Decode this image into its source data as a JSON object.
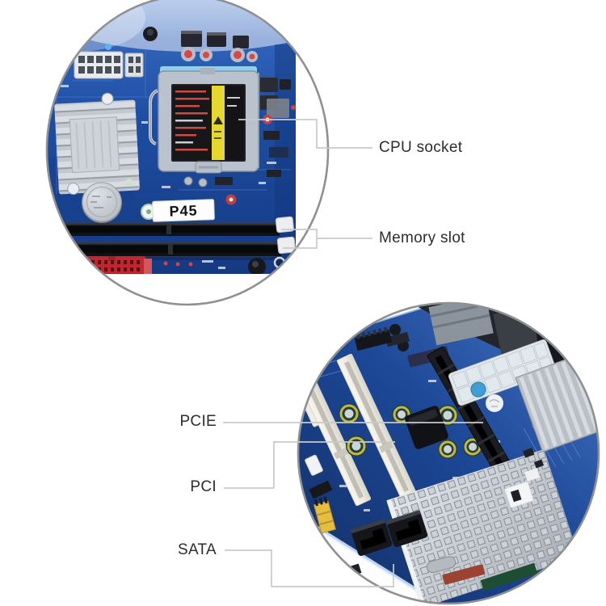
{
  "top_view": {
    "board_label": "P45",
    "callouts": [
      {
        "label": "CPU socket"
      },
      {
        "label": "Memory slot"
      }
    ]
  },
  "bottom_view": {
    "callouts": [
      {
        "label": "PCIE"
      },
      {
        "label": "PCI"
      },
      {
        "label": "SATA"
      }
    ]
  },
  "colors": {
    "background": "#ffffff",
    "ring_gray": "#8e9093",
    "callout_line": "#c9c9c9",
    "label_text": "#2d2d2d",
    "pcb_blue": "#1d4da2",
    "slot_black": "#17181c",
    "pci_slot_white": "#f1efe8",
    "ide_red": "#c3272d",
    "sticker_yellow": "#e6d82e",
    "heatsink_silver": "#c9cdd3",
    "jumper_yellow": "#e5bd3f"
  }
}
